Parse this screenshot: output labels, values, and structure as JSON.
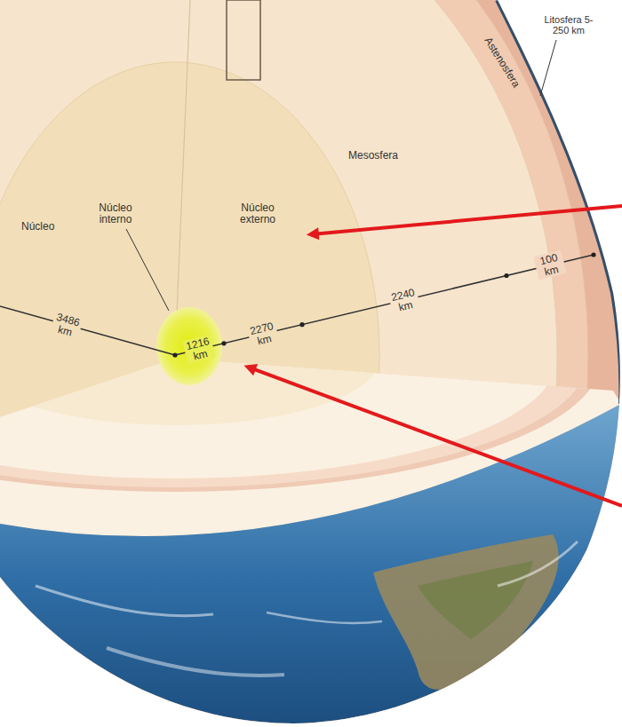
{
  "diagram": {
    "labels": [
      "Litosfera 5-250 km",
      "Astenosfera",
      "Mesosfera",
      "Núcleo",
      "Núcleo interno",
      "Núcleo externo",
      "3486 km",
      "1216 km",
      "2270 km",
      "2240 km",
      "100 km"
    ]
  }
}
